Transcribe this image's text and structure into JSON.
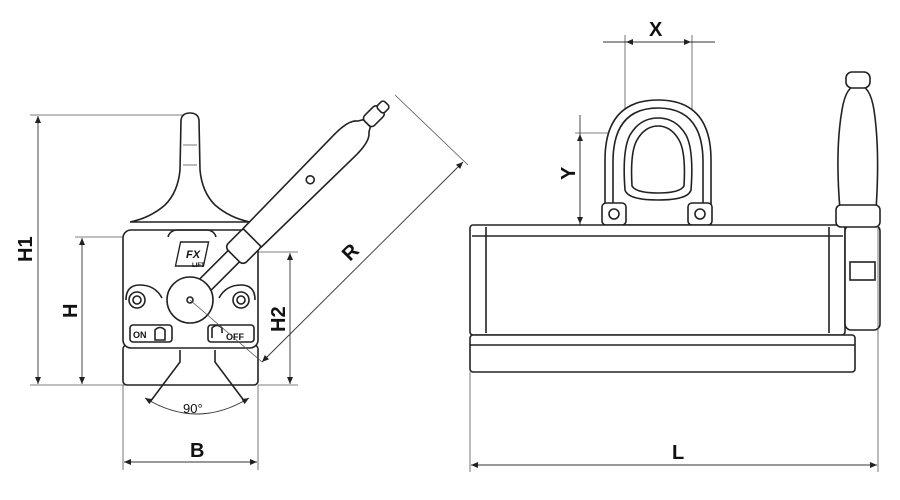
{
  "title": "FX Lift permanent magnet lifter dimension drawing",
  "side_view": {
    "dimensions": {
      "h1": "H1",
      "h": "H",
      "h2": "H2",
      "r": "R",
      "b": "B",
      "angle": "90°"
    },
    "labels": {
      "on": "ON",
      "off": "OFF",
      "logo_top": "FX",
      "logo_bottom": "LIFT"
    }
  },
  "front_view": {
    "dimensions": {
      "x": "X",
      "y": "Y",
      "l": "L"
    }
  }
}
